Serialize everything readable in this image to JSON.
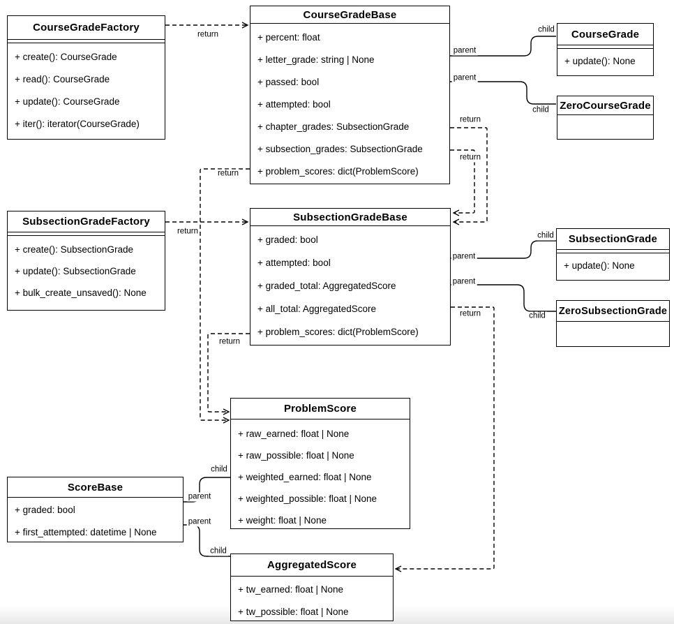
{
  "diagram_type": "uml-class-diagram",
  "colors": {
    "line": "#000000",
    "box_fill": "#ffffff",
    "text": "#000000",
    "background": "#ffffff"
  },
  "classes": [
    {
      "name": "CourseGradeFactory",
      "members": [
        "+ create(): CourseGrade",
        "+ read(): CourseGrade",
        "+ update(): CourseGrade",
        "+ iter(): iterator(CourseGrade)"
      ]
    },
    {
      "name": "CourseGradeBase",
      "members": [
        "+ percent: float",
        "+ letter_grade: string | None",
        "+ passed: bool",
        "+ attempted: bool",
        "+ chapter_grades: SubsectionGrade",
        "+ subsection_grades: SubsectionGrade",
        "+ problem_scores: dict(ProblemScore)"
      ]
    },
    {
      "name": "CourseGrade",
      "members": [
        "+ update(): None"
      ]
    },
    {
      "name": "ZeroCourseGrade",
      "members": []
    },
    {
      "name": "SubsectionGradeFactory",
      "members": [
        "+ create(): SubsectionGrade",
        "+ update(): SubsectionGrade",
        "+ bulk_create_unsaved(): None"
      ]
    },
    {
      "name": "SubsectionGradeBase",
      "members": [
        "+ graded: bool",
        "+ attempted: bool",
        "+ graded_total: AggregatedScore",
        "+ all_total: AggregatedScore",
        "+ problem_scores: dict(ProblemScore)"
      ]
    },
    {
      "name": "SubsectionGrade",
      "members": [
        "+ update(): None"
      ]
    },
    {
      "name": "ZeroSubsectionGrade",
      "members": []
    },
    {
      "name": "ScoreBase",
      "members": [
        "+ graded: bool",
        "+ first_attempted: datetime | None"
      ]
    },
    {
      "name": "ProblemScore",
      "members": [
        "+ raw_earned: float | None",
        "+ raw_possible: float | None",
        "+ weighted_earned: float | None",
        "+ weighted_possible: float | None",
        "+ weight: float | None"
      ]
    },
    {
      "name": "AggregatedScore",
      "members": [
        "+ tw_earned: float | None",
        "+ tw_possible: float | None"
      ]
    }
  ],
  "connections": [
    {
      "from": "CourseGradeFactory",
      "to": "CourseGradeBase",
      "style": "dashed",
      "label": "return"
    },
    {
      "from": "CourseGradeBase",
      "to": "CourseGrade",
      "style": "solid",
      "from_label": "parent",
      "to_label": "child"
    },
    {
      "from": "CourseGradeBase",
      "to": "ZeroCourseGrade",
      "style": "solid",
      "from_label": "parent",
      "to_label": "child"
    },
    {
      "from": "CourseGradeBase",
      "to": "SubsectionGradeBase",
      "style": "dashed",
      "label": "return"
    },
    {
      "from": "CourseGradeBase",
      "to": "SubsectionGradeBase",
      "style": "dashed",
      "label": "return"
    },
    {
      "from": "CourseGradeBase",
      "to": "ProblemScore",
      "style": "dashed",
      "label": "return"
    },
    {
      "from": "SubsectionGradeFactory",
      "to": "SubsectionGradeBase",
      "style": "dashed",
      "label": "return"
    },
    {
      "from": "SubsectionGradeBase",
      "to": "SubsectionGrade",
      "style": "solid",
      "from_label": "parent",
      "to_label": "child"
    },
    {
      "from": "SubsectionGradeBase",
      "to": "ZeroSubsectionGrade",
      "style": "solid",
      "from_label": "parent",
      "to_label": "child"
    },
    {
      "from": "SubsectionGradeBase",
      "to": "ProblemScore",
      "style": "dashed",
      "label": "return"
    },
    {
      "from": "SubsectionGradeBase",
      "to": "AggregatedScore",
      "style": "dashed",
      "label": "return"
    },
    {
      "from": "ScoreBase",
      "to": "ProblemScore",
      "style": "solid",
      "from_label": "parent",
      "to_label": "child"
    },
    {
      "from": "ScoreBase",
      "to": "AggregatedScore",
      "style": "solid",
      "from_label": "parent",
      "to_label": "child"
    }
  ]
}
